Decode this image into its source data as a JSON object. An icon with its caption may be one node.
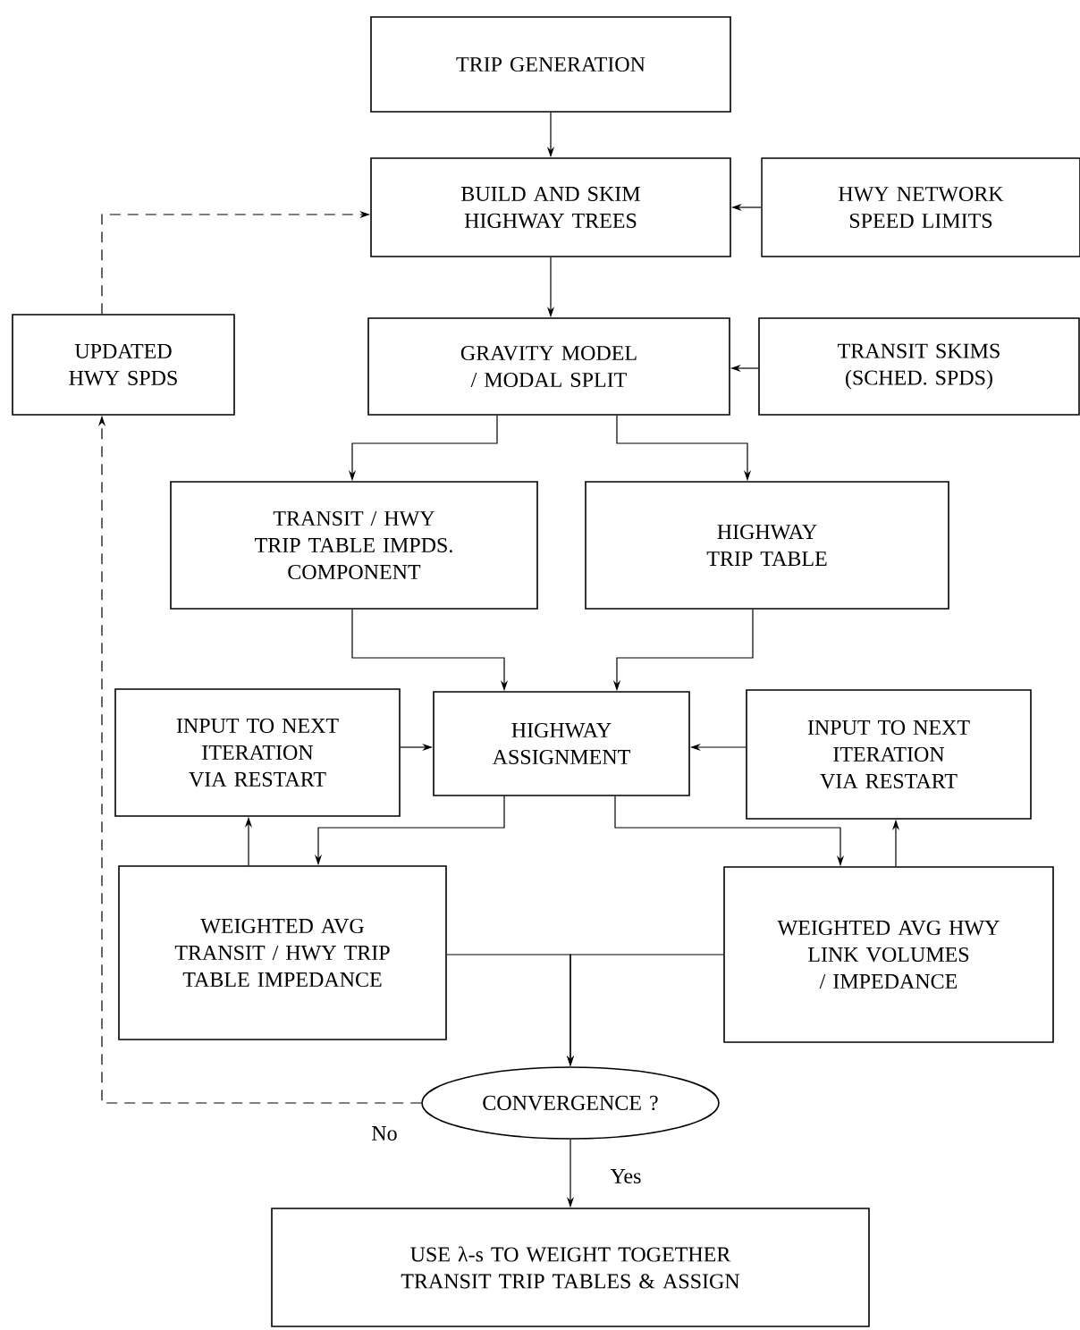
{
  "diagram": {
    "nodes": [
      {
        "text": [
          "TRIP GENERATION"
        ]
      },
      {
        "text": [
          "BUILD AND SKIM HIGHWAY TREES"
        ]
      },
      {
        "text": [
          "HWY NETWORK SPEED LIMITS"
        ]
      },
      {
        "text": [
          "UPDATED HWY SPDS"
        ]
      },
      {
        "text": [
          "GRAVITY MODEL / MODAL SPLIT"
        ]
      },
      {
        "text": [
          "TRANSIT SKIMS (SCHED. SPDS)"
        ]
      },
      {
        "text": [
          "TRANSIT / HWY TRIP TABLE IMPDS. COMPONENT"
        ]
      },
      {
        "text": [
          "HIGHWAY TRIP TABLE"
        ]
      },
      {
        "text": [
          "INPUT TO NEXT ITERATION VIA RESTART"
        ]
      },
      {
        "text": [
          "HIGHWAY ASSIGNMENT"
        ]
      },
      {
        "text": [
          "INPUT TO NEXT ITERATION VIA RESTART"
        ]
      },
      {
        "text": [
          "WEIGHTED AVG TRANSIT / HWY TRIP TABLE IMPEDANCE"
        ]
      },
      {
        "text": [
          "WEIGHTED AVG HWY LINK VOLUMES / IMPEDANCE"
        ]
      },
      {
        "text": [
          "CONVERGENCE ?"
        ]
      },
      {
        "text": [
          "USE λ-s TO WEIGHT TOGETHER TRANSIT TRIP TABLES & ASSIGN"
        ]
      }
    ],
    "edges": [
      {
        "from": 0,
        "to": 1,
        "arrow": "to"
      },
      {
        "from": 2,
        "to": 1,
        "arrow": "to"
      },
      {
        "from": 1,
        "to": 4,
        "arrow": "to"
      },
      {
        "from": 5,
        "to": 4,
        "arrow": "to"
      },
      {
        "from": 4,
        "to": 6,
        "arrow": "to"
      },
      {
        "from": 4,
        "to": 7,
        "arrow": "to"
      },
      {
        "from": 6,
        "to": 9,
        "arrow": "to"
      },
      {
        "from": 7,
        "to": 9,
        "arrow": "to"
      },
      {
        "from": 8,
        "to": 9,
        "arrow": "to"
      },
      {
        "from": 10,
        "to": 9,
        "arrow": "to"
      },
      {
        "from": 9,
        "to": 11,
        "arrow": "to"
      },
      {
        "from": 9,
        "to": 12,
        "arrow": "to"
      },
      {
        "from": 11,
        "to": 8,
        "arrow": "to"
      },
      {
        "from": 12,
        "to": 10,
        "arrow": "to"
      },
      {
        "from": 11,
        "to": 13,
        "arrow": "to"
      },
      {
        "from": 12,
        "to": 13,
        "arrow": "to"
      },
      {
        "from": 13,
        "to": 3,
        "arrow": "to",
        "label": "No",
        "style": "dashed"
      },
      {
        "from": 3,
        "to": 1,
        "arrow": "to",
        "style": "dashed"
      },
      {
        "from": 13,
        "to": 14,
        "arrow": "to",
        "label": "Yes"
      }
    ]
  }
}
